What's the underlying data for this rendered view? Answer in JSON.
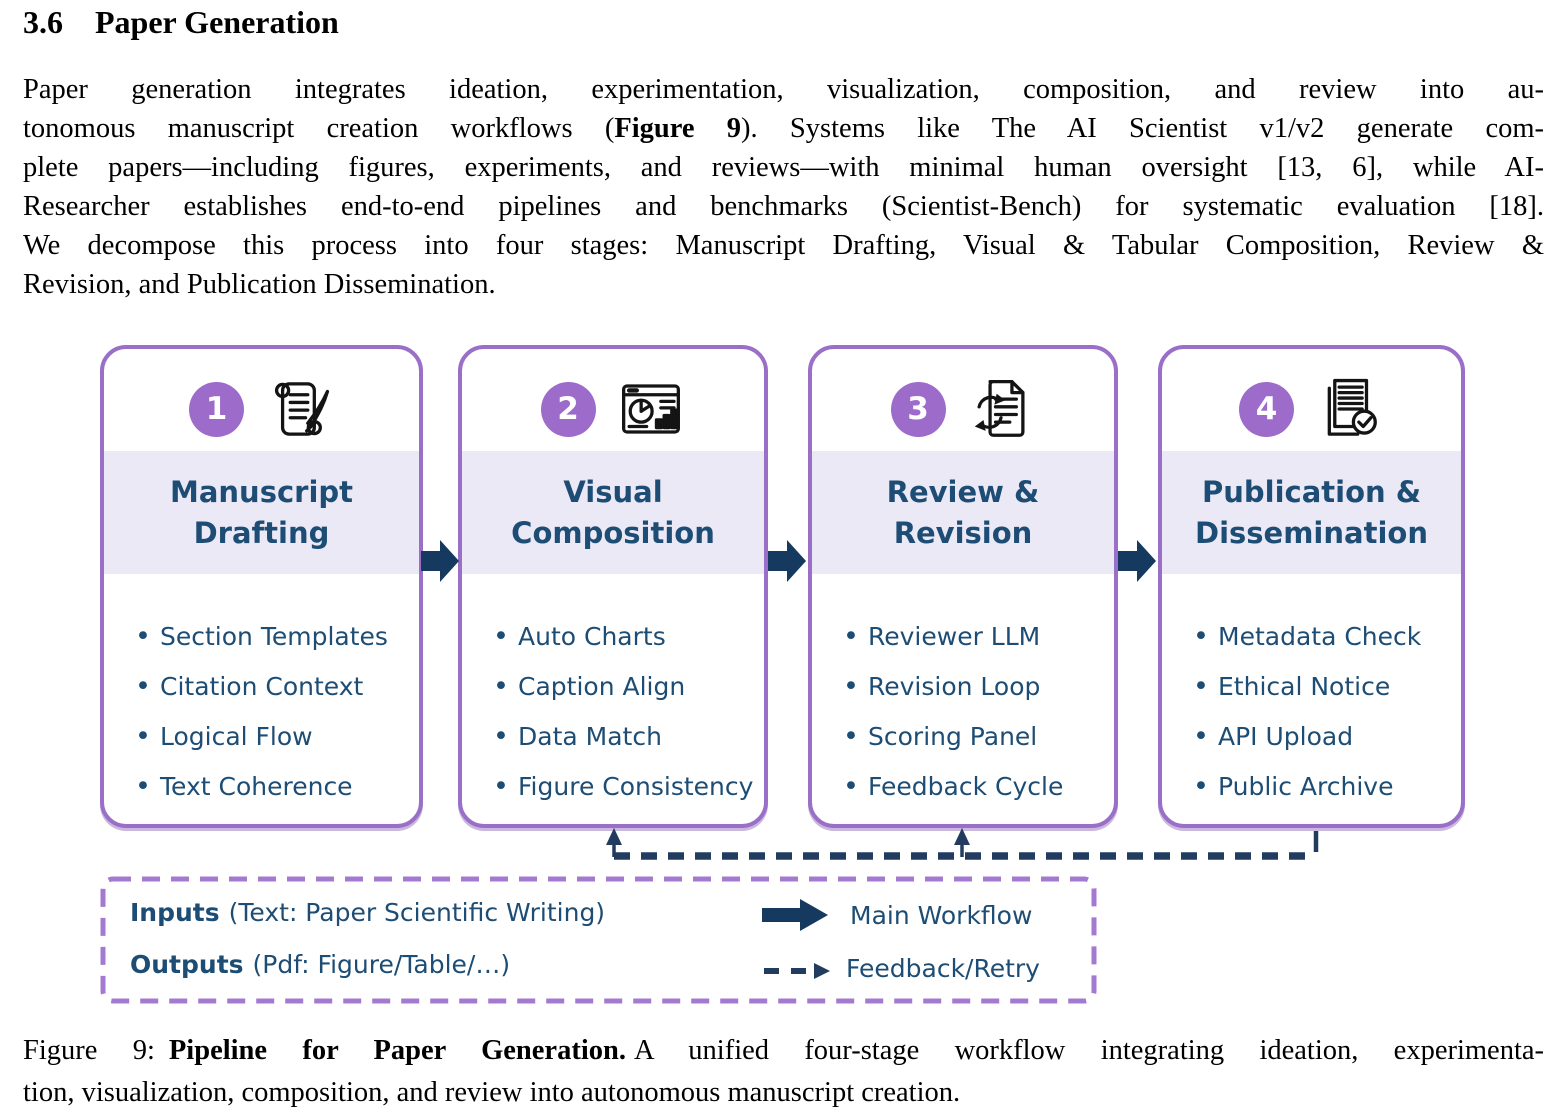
{
  "section_heading": {
    "number": "3.6",
    "title": "Paper Generation"
  },
  "paragraph": {
    "line1": "Paper generation integrates ideation, experimentation, visualization, composition, and review into au-",
    "line2_pre": "tonomous manuscript creation workflows (",
    "line2_bold": "Figure 9",
    "line2_post": "). Systems like The AI Scientist v1/v2 generate com-",
    "line3": "plete papers—including figures, experiments, and reviews—with minimal human oversight [13, 6], while AI-",
    "line4": "Researcher establishes end-to-end pipelines and benchmarks (Scientist-Bench) for systematic evaluation [18].",
    "line5": "We decompose this process into four stages: Manuscript Drafting, Visual & Tabular Composition, Review &",
    "line6": "Revision, and Publication Dissemination."
  },
  "stages": [
    {
      "number": "1",
      "title_line1": "Manuscript",
      "title_line2": "Drafting",
      "icon": "scroll-quill-icon",
      "bullets": [
        "Section Templates",
        "Citation Context",
        "Logical Flow",
        "Text Coherence"
      ]
    },
    {
      "number": "2",
      "title_line1": "Visual",
      "title_line2": "Composition",
      "icon": "chart-report-icon",
      "bullets": [
        "Auto Charts",
        "Caption Align",
        "Data Match",
        "Figure Consistency"
      ]
    },
    {
      "number": "3",
      "title_line1": "Review &",
      "title_line2": "Revision",
      "icon": "doc-refresh-icon",
      "bullets": [
        "Reviewer LLM",
        "Revision Loop",
        "Scoring Panel",
        "Feedback Cycle"
      ]
    },
    {
      "number": "4",
      "title_line1": "Publication &",
      "title_line2": "Dissemination",
      "icon": "docs-check-icon",
      "bullets": [
        "Metadata Check",
        "Ethical Notice",
        "API Upload",
        "Public Archive"
      ]
    }
  ],
  "legend": {
    "inputs_label": "Inputs",
    "inputs_text": "(Text: Paper Scientific Writing)",
    "outputs_label": "Outputs",
    "outputs_text": "(Pdf: Figure/Table/…)",
    "main_workflow": "Main Workflow",
    "feedback_retry": "Feedback/Retry"
  },
  "caption": {
    "prefix": "Figure 9:",
    "bold": "Pipeline for Paper Generation.",
    "line1_rest": "A unified four-stage workflow integrating ideation, experimenta-",
    "line2": "tion, visualization, composition, and review into autonomous manuscript creation."
  },
  "colors": {
    "box_border_purple": "#9a6fc7",
    "badge_purple": "#9d6cca",
    "title_band_lavender": "#ece9f7",
    "navy_text": "#1d4d74",
    "arrow_navy": "#16395f",
    "feedback_dash_navy": "#223c60",
    "legend_border_purple": "#a47ad1"
  }
}
